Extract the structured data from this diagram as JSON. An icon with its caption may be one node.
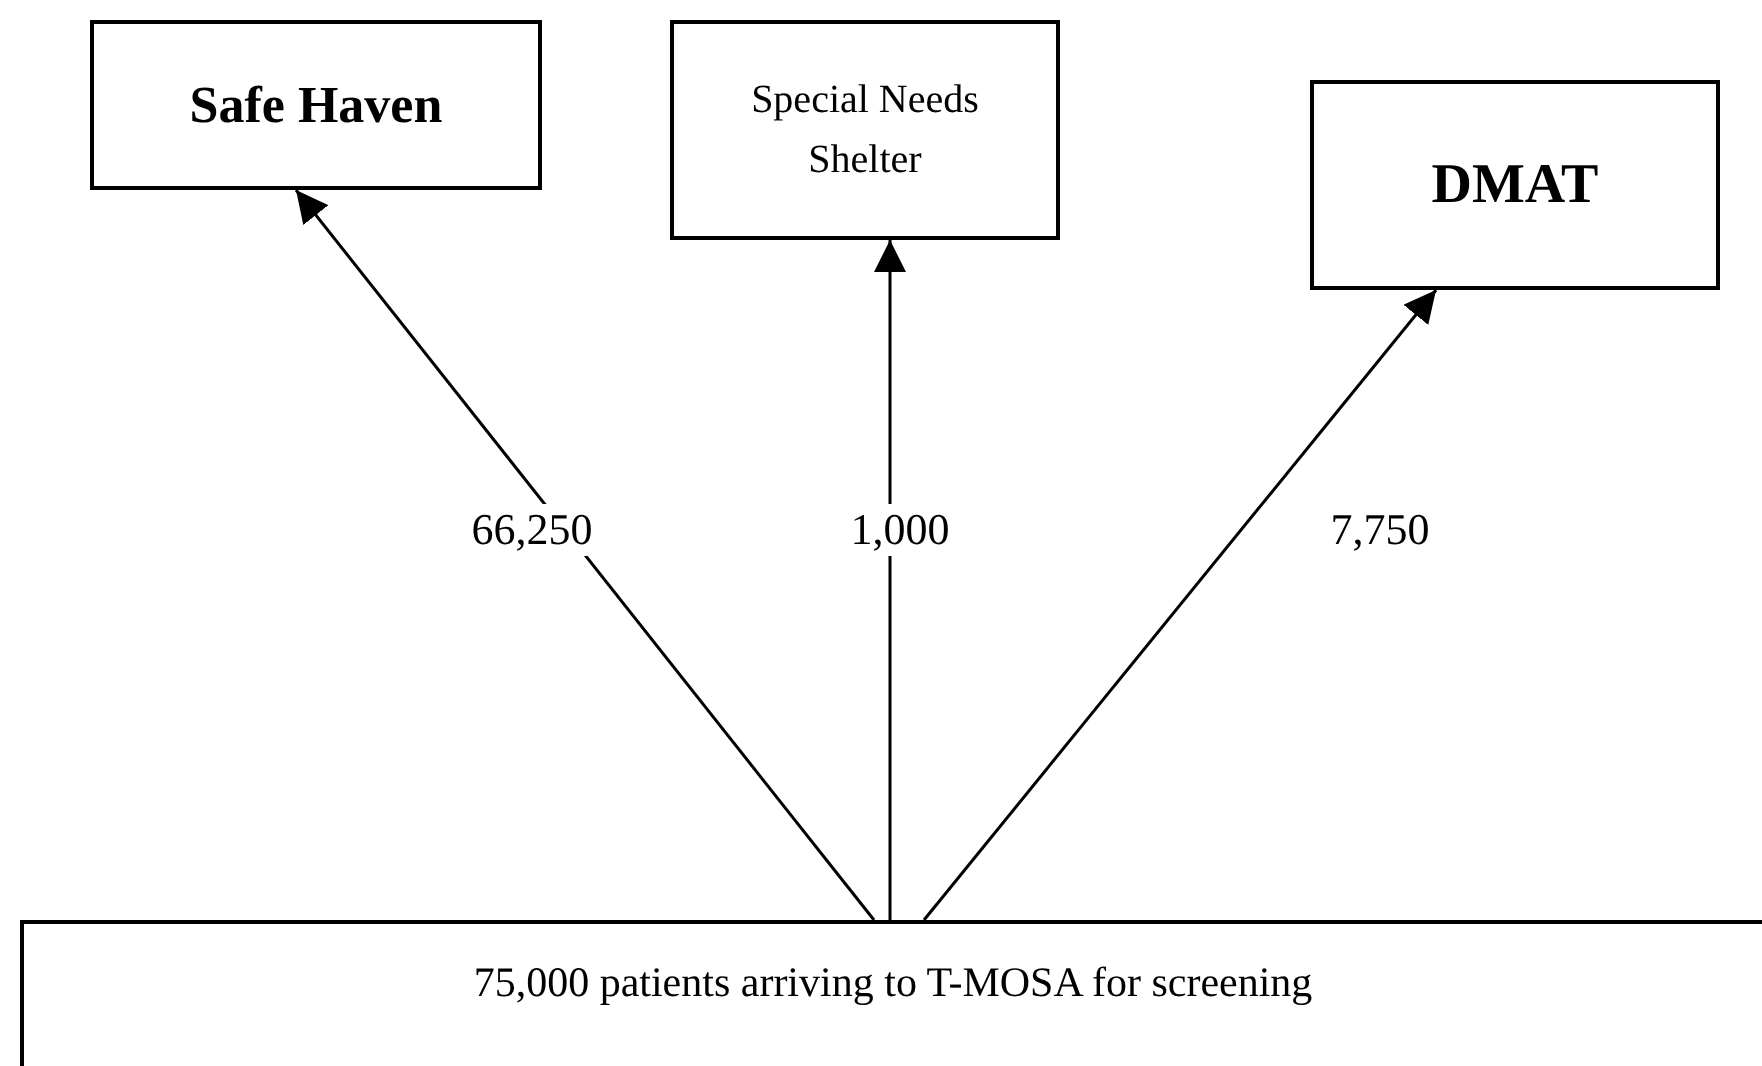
{
  "diagram": {
    "nodes": [
      {
        "text": [
          "Safe Haven"
        ]
      },
      {
        "text": [
          "Special Needs Shelter"
        ]
      },
      {
        "text": [
          "DMAT"
        ]
      },
      {
        "text": [
          "75,000 patients arriving to T-MOSA for screening"
        ]
      }
    ],
    "edges": [
      {
        "from": 3,
        "to": 0,
        "arrow": "to",
        "label": "66,250"
      },
      {
        "from": 3,
        "to": 1,
        "arrow": "to",
        "label": "1,000"
      },
      {
        "from": 3,
        "to": 2,
        "arrow": "to",
        "label": "7,750"
      }
    ]
  }
}
